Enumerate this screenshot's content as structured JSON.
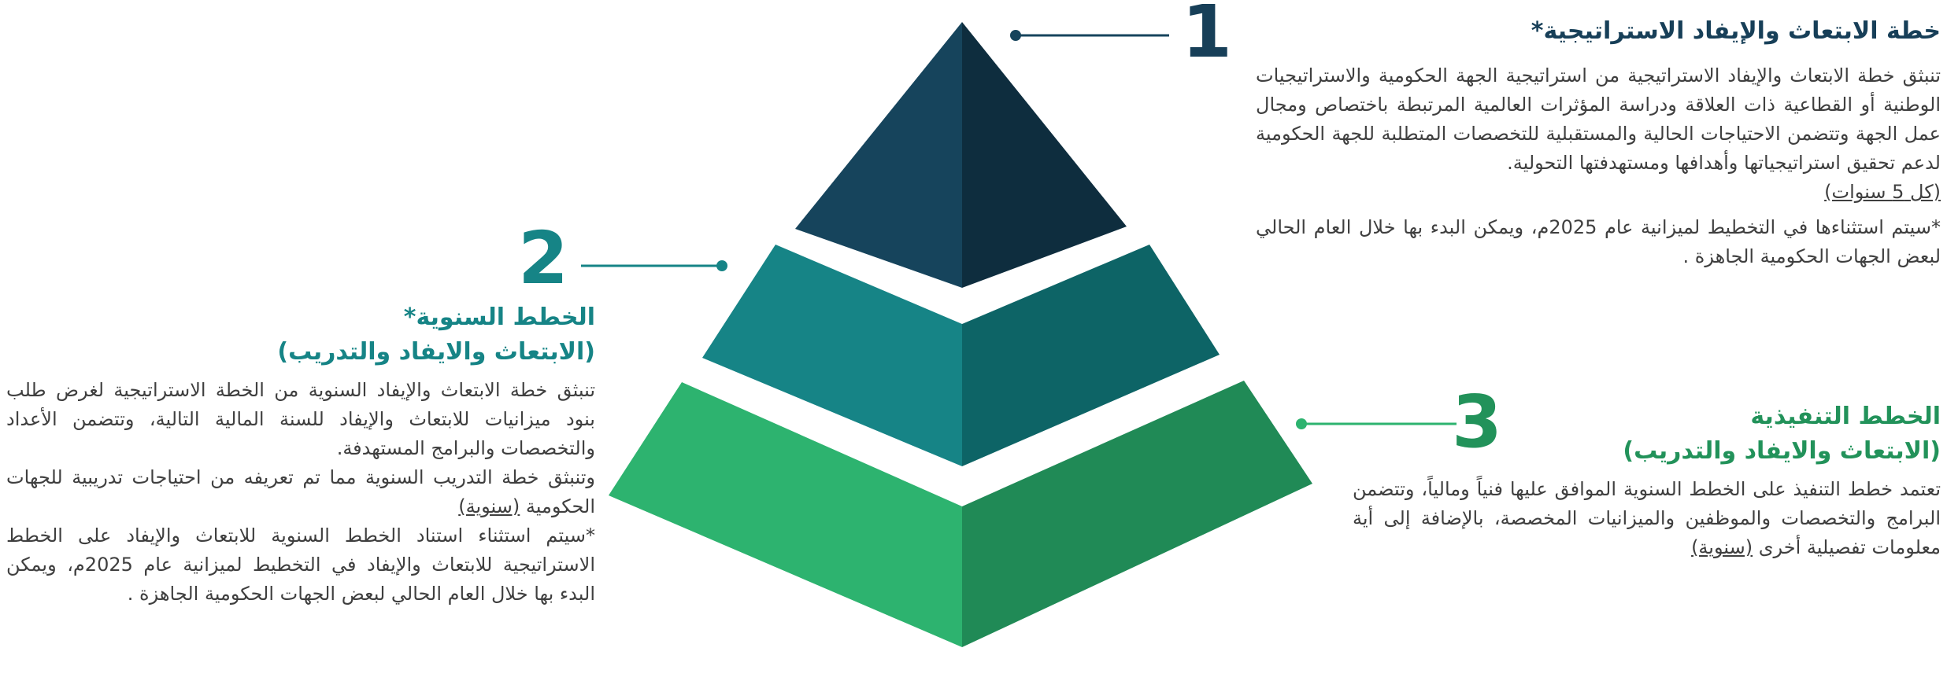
{
  "colors": {
    "tier1_left": "#16445c",
    "tier1_right": "#0e2d3e",
    "tier2_left": "#168486",
    "tier2_right": "#0d6466",
    "tier3_left": "#2db36f",
    "tier3_right": "#208a56",
    "title1": "#173f58",
    "title2": "#168486",
    "title3": "#22925a",
    "body_text": "#3f3f3f"
  },
  "tiers": [
    {
      "number": "1",
      "title": "خطة الابتعاث والإيفاد الاستراتيجية*",
      "body": "تنبثق خطة الابتعاث والإيفاد الاستراتيجية من استراتيجية الجهة الحكومية والاستراتيجيات الوطنية أو القطاعية ذات العلاقة ودراسة المؤثرات العالمية المرتبطة باختصاص ومجال عمل الجهة وتتضمن الاحتياجات الحالية والمستقبلية للتخصصات المتطلبة للجهة الحكومية لدعم تحقيق استراتيجياتها وأهدافها ومستهدفتها التحولية.",
      "period": "(كل 5 سنوات)",
      "note": "*سيتم استثناءها في التخطيط لميزانية عام 2025م، ويمكن البدء بها خلال العام الحالي لبعض الجهات الحكومية الجاهزة ."
    },
    {
      "number": "2",
      "title_line1": "الخطط السنوية*",
      "title_line2": "(الابتعاث والايفاد والتدريب)",
      "body1": "تنبثق خطة الابتعاث والإيفاد السنوية من الخطة الاستراتيجية لغرض طلب بنود ميزانيات للابتعاث والإيفاد للسنة المالية التالية، وتتضمن الأعداد والتخصصات والبرامج المستهدفة.",
      "body2_prefix": "وتنبثق خطة التدريب السنوية مما تم تعريفه من احتياجات تدريبية للجهات الحكومية",
      "body2_tag": "(سنوية)",
      "note": "*سيتم استثناء استناد الخطط السنوية للابتعاث والإيفاد على الخطط الاستراتيجية للابتعاث والإيفاد في التخطيط لميزانية عام 2025م، ويمكن البدء بها خلال العام الحالي لبعض الجهات الحكومية الجاهزة ."
    },
    {
      "number": "3",
      "title_line1": "الخطط التنفيذية",
      "title_line2": "(الابتعاث والايفاد والتدريب)",
      "body_prefix": "تعتمد خطط التنفيذ على الخطط السنوية الموافق عليها فنياً ومالياً، وتتضمن البرامج والتخصصات والموظفين والميزانيات المخصصة، بالإضافة إلى أية معلومات تفصيلية أخرى",
      "body_tag": "(سنوية)"
    }
  ]
}
